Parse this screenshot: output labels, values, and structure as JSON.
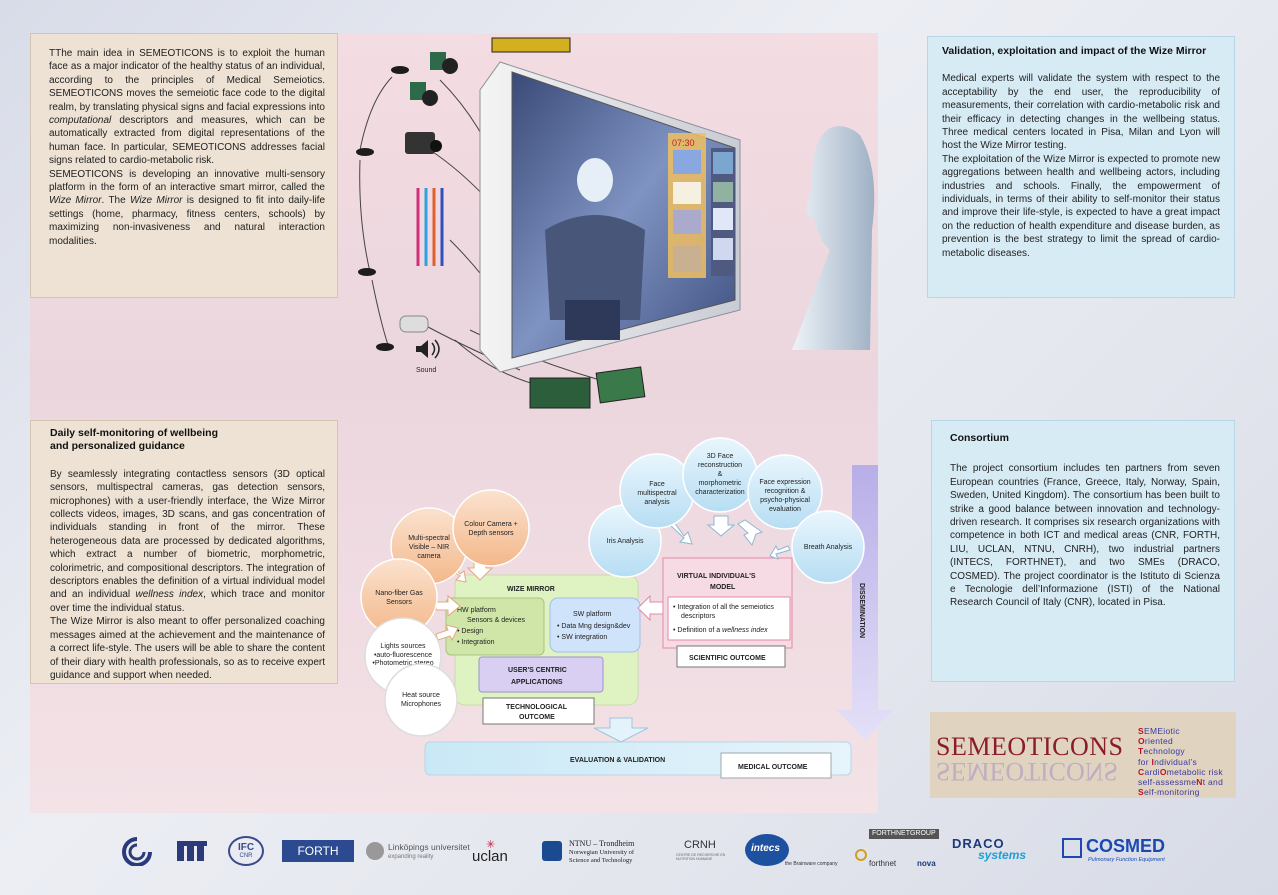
{
  "intro": {
    "paragraphs": [
      [
        {
          "t": "TThe main idea in SEMEOTICONS is to exploit the human face as a major indicator of the healthy status of an individual, according to the principles of Medical Semeiotics. SEMEOTICONS moves the semeiotic face code to the digital realm, by translating physical signs and facial expressions into ",
          "i": false
        },
        {
          "t": "computational",
          "i": true
        },
        {
          "t": " descriptors and measures, which can be automatically extracted from digital representations of the human face. In particular, SEMEOTICONS addresses facial signs related to cardio-metabolic risk.",
          "i": false
        }
      ],
      [
        {
          "t": "SEMEOTICONS is developing an innovative multi-sensory platform in the form of an interactive smart mirror, called the ",
          "i": false
        },
        {
          "t": "Wize Mirror",
          "i": true
        },
        {
          "t": ". The ",
          "i": false
        },
        {
          "t": "Wize Mirror",
          "i": true
        },
        {
          "t": " is designed to fit into daily-life settings (home, pharmacy, fitness centers, schools) by maximizing non-invasiveness and natural interaction modalities.",
          "i": false
        }
      ]
    ]
  },
  "validation": {
    "title": "Validation, exploitation and impact of the Wize Mirror",
    "paragraphs": [
      "Medical experts will validate the system with respect to the acceptability by the end user, the reproducibility of measurements, their correlation with cardio-metabolic risk and their efficacy in detecting changes in the wellbeing status. Three medical centers located in Pisa, Milan and Lyon will host the Wize Mirror testing.",
      "The exploitation of the Wize Mirror is expected to promote new aggregations between health and wellbeing actors, including industries and schools.  Finally, the empowerment of individuals, in terms of their ability to self-monitor their status and improve their life-style, is expected to have a great impact on the reduction of health expenditure and disease burden, as prevention is the best strategy to limit the spread of cardio-metabolic diseases."
    ]
  },
  "daily": {
    "title_line1": "Daily self-monitoring of wellbeing",
    "title_line2": "and personalized guidance",
    "paragraphs": [
      [
        {
          "t": "By seamlessly integrating contactless sensors (3D optical sensors, multispectral cameras, gas detection sensors, microphones) with a user-friendly interface, the Wize Mirror collects videos, images, 3D scans, and gas concentration of individuals standing in front of the mirror. These heterogeneous data are processed by dedicated algorithms, which extract a number of biometric, morphometric, colorimetric, and compositional descriptors. The integration of descriptors enables the definition of a virtual individual model and an individual ",
          "i": false
        },
        {
          "t": "wellness index",
          "i": true
        },
        {
          "t": ", which trace and monitor over time the individual status.",
          "i": false
        }
      ],
      [
        {
          "t": "The Wize Mirror is also meant to offer personalized coaching messages aimed at the achievement and the maintenance of a correct life-style. The users will be able to share the content of their diary with health professionals, so as to receive expert guidance and support when needed.",
          "i": false
        }
      ]
    ]
  },
  "consortium": {
    "title": "Consortium",
    "text": "The project consortium includes ten partners from seven European countries (France, Greece, Italy, Norway, Spain, Sweden, United Kingdom). The consortium has been built to strike a good balance between innovation and technology-driven research. It comprises six research organizations with competence in both ICT and medical areas (CNR, FORTH, LIU, UCLAN, NTNU, CNRH), two industrial partners (INTECS, FORTHNET), and two SMEs (DRACO, COSMED). The project coordinator is the Istituto di Scienza e Tecnologie dell’Informazione (ISTI) of the National Research Council of Italy (CNR), located in Pisa."
  },
  "illustration": {
    "sound_label": "Sound",
    "screen_clock": "07:30"
  },
  "diagram": {
    "sensor_circles": {
      "multispectral": [
        "Multi-spectral",
        "Visible – NIR",
        "camera"
      ],
      "colour_camera": [
        "Colour Camera +",
        "Depth sensors"
      ],
      "nanofiber": [
        "Nano-fiber Gas",
        "Sensors"
      ],
      "lights": [
        "Lights sources",
        "•auto-fluorescence",
        "•Photometric stereo"
      ],
      "heat": [
        "Heat source",
        "Microphones"
      ]
    },
    "analysis_circles": {
      "iris": [
        "Iris Analysis"
      ],
      "face_multispectral": [
        "Face",
        "multispectral",
        "analysis"
      ],
      "face_3d": [
        "3D Face",
        "reconstruction",
        "&",
        "morphometric",
        "characterization"
      ],
      "face_expression": [
        "Face expression",
        "recognition &",
        "psycho-physical",
        "evaluation"
      ],
      "breath": [
        "Breath Analysis"
      ]
    },
    "wize_mirror": "WIZE MIRROR",
    "hw_platform": {
      "title": "HW platform",
      "sub": "Sensors & devices",
      "items": [
        "• Design",
        "• Integration"
      ]
    },
    "sw_platform": {
      "title": "SW platform",
      "items": [
        "• Data Mng design&dev",
        "• SW integration"
      ]
    },
    "user_centric": [
      "USER'S CENTRIC",
      "APPLICATIONS"
    ],
    "tech_outcome": [
      "TECHNOLOGICAL",
      "OUTCOME"
    ],
    "virtual_model": [
      "VIRTUAL INDIVIDUAL'S",
      "MODEL"
    ],
    "vm_item1": [
      "Integration of all the semeiotics",
      "descriptors"
    ],
    "vm_item2_prefix": "Definition of a ",
    "vm_item2_em": "wellness index",
    "sci_outcome": "SCIENTIFIC OUTCOME",
    "dissemination": "DISSEMINATION",
    "evaluation": "EVALUATION & VALIDATION",
    "medical_outcome": "MEDICAL OUTCOME"
  },
  "logo": {
    "wordmark": "SEMEOTICONS",
    "acronym_lines": [
      [
        {
          "c": "S",
          "t": "EMEiotic"
        }
      ],
      [
        {
          "c": "O",
          "t": "riented"
        }
      ],
      [
        {
          "c": "T",
          "t": "echnology"
        }
      ],
      [
        {
          "c": "",
          "t": "for "
        },
        {
          "c": "I",
          "t": "ndividual’s"
        }
      ],
      [
        {
          "c": "C",
          "t": "ardi"
        },
        {
          "c": "O",
          "t": "metabolic risk"
        }
      ],
      [
        {
          "c": "",
          "t": "self-assessme"
        },
        {
          "c": "N",
          "t": "t and"
        }
      ],
      [
        {
          "c": "S",
          "t": "elf-monitoring"
        }
      ]
    ]
  },
  "partners": {
    "forth": "FORTH",
    "linkoping": "Linköpings universitet",
    "linkoping_sub": "expanding reality",
    "uclan": "uclan",
    "ntnu": "NTNU – Trondheim",
    "ntnu_sub1": "Norwegian University of",
    "ntnu_sub2": "Science and Technology",
    "crnh": "CRNH",
    "crnh_sub": "CENTRE DE RECHERCHE EN NUTRITION HUMAINE",
    "intecs": "intecs",
    "intecs_sub": "the Brainware company",
    "forthnetgroup": "FORTHNETGROUP",
    "forthnet": "forthnet",
    "nova": "nova",
    "draco": "DRACO",
    "draco_sub": "systems",
    "cosmed": "COSMED",
    "cosmed_sub": "Pulmonary Function Equipment",
    "ifc": "IFC",
    "ifc_sub": "CNR"
  },
  "colors": {
    "beige_box": "#ede2d3",
    "blue_box": "#d7ebf5",
    "accent_purple": "#9b8fd8",
    "orange_circle": "#f6c9a4",
    "blue_circle": "#c8e6f6",
    "green_box": "#ddf2c0",
    "logo_red": "#8c1c2a"
  }
}
